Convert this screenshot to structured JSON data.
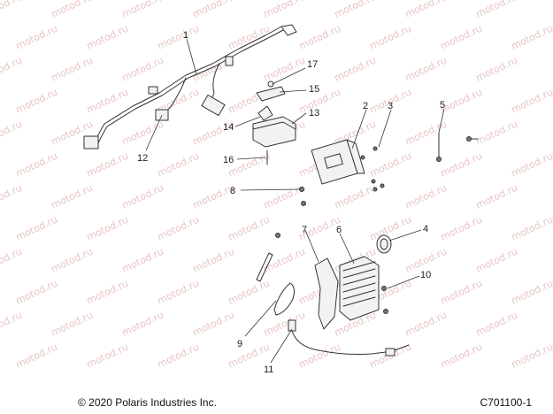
{
  "watermark": "motod.ru",
  "callouts": [
    "1",
    "2",
    "3",
    "4",
    "5",
    "6",
    "7",
    "8",
    "9",
    "10",
    "11",
    "12",
    "13",
    "14",
    "15",
    "16",
    "17"
  ],
  "footer": {
    "copyright": "© 2020 Polaris Industries Inc.",
    "document_id": "C701100-1"
  }
}
